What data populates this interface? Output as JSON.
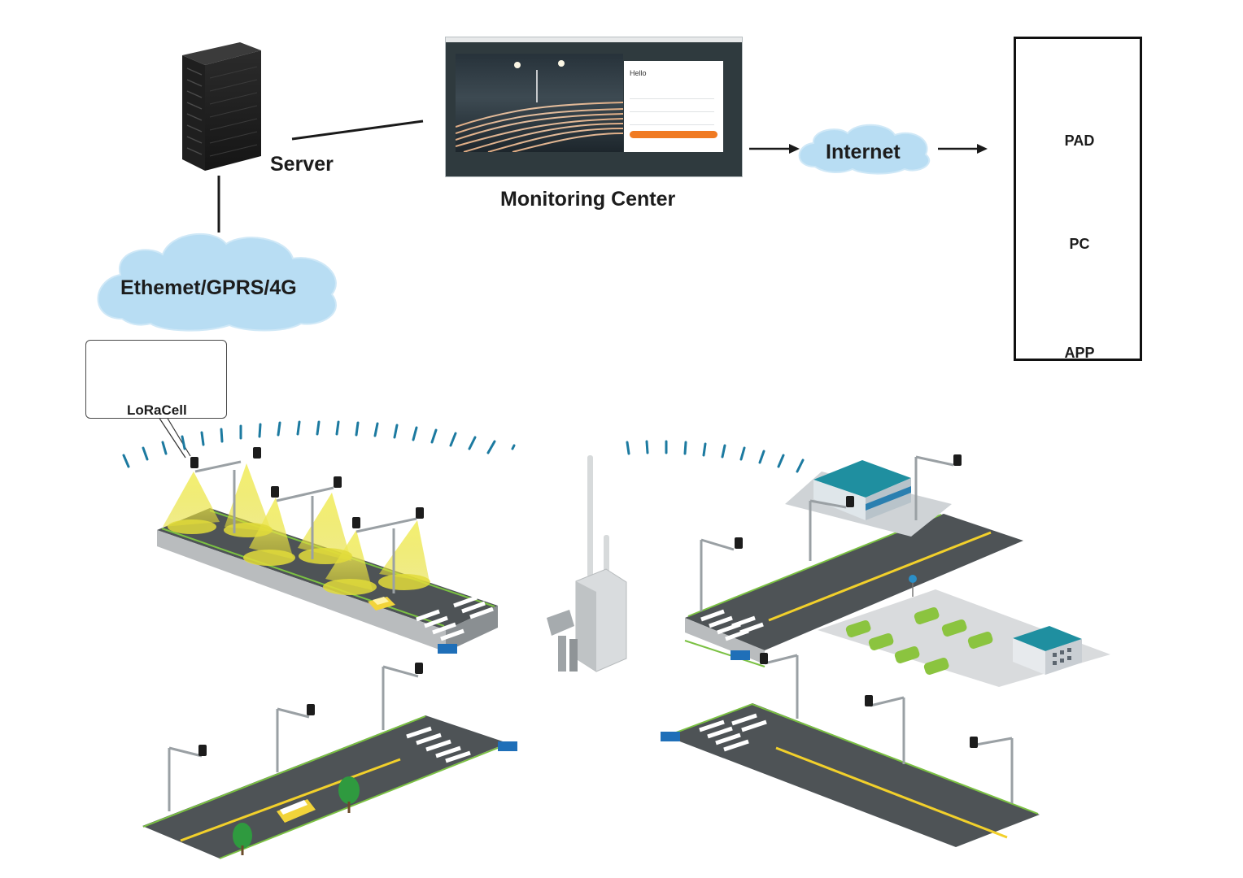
{
  "labels": {
    "server": "Server",
    "monitoring_center": "Monitoring Center",
    "internet": "Internet",
    "network": "Ethemet/GPRS/4G",
    "loracell": "LoRaCell",
    "pad": "PAD",
    "pc": "PC",
    "app": "APP"
  },
  "monitoring_screen": {
    "greeting": "Hello"
  },
  "colors": {
    "cloud": "#b8ddf3",
    "road": "#4e5356",
    "road_edge": "#7bc143",
    "center_line": "#f2d02b",
    "light_beam": "#e8e23a",
    "login_button": "#f07a22",
    "signal_arc": "#1c7aa0"
  },
  "icons": {
    "server": "server-rack-icon",
    "cloud": "cloud-icon",
    "arrow": "arrow-right-icon",
    "gateway": "gateway-antenna-icon",
    "loracell": "loracell-sensor-icon",
    "street_light": "street-light-icon",
    "building": "building-icon",
    "car": "car-icon",
    "tree": "tree-icon",
    "bus": "bus-icon"
  }
}
